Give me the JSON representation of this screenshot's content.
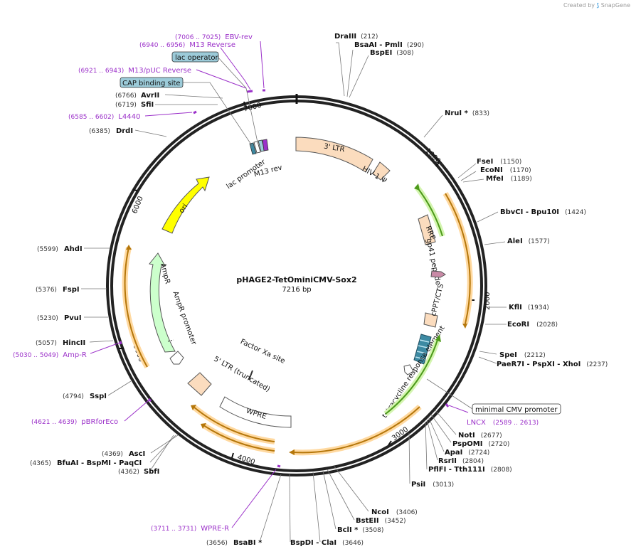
{
  "credit": {
    "prefix": "Created by",
    "brand": "SnapGene"
  },
  "plasmid": {
    "name": "pHAGE2-TetOminiCMV-Sox2",
    "size_label": "7216 bp",
    "length": 7216
  },
  "ticks": [
    "1000",
    "2000",
    "3000",
    "4000",
    "5000",
    "6000",
    "7000"
  ],
  "sites": [
    {
      "name": "DraIII",
      "pos": "(212)"
    },
    {
      "name": "BsaAI",
      "sep": " - ",
      "name2": "PmlI",
      "pos": "(290)"
    },
    {
      "name": "BspEI",
      "pos": "(308)"
    },
    {
      "name": "NruI *",
      "pos": "(833)"
    },
    {
      "name": "FseI",
      "pos": "(1150)"
    },
    {
      "name": "EcoNI",
      "pos": "(1170)"
    },
    {
      "name": "MfeI",
      "pos": "(1189)"
    },
    {
      "name": "BbvCI",
      "sep": " - ",
      "name2": "Bpu10I",
      "pos": "(1424)"
    },
    {
      "name": "AleI",
      "pos": "(1577)"
    },
    {
      "name": "KflI",
      "pos": "(1934)"
    },
    {
      "name": "EcoRI",
      "pos": "(2028)"
    },
    {
      "name": "SpeI",
      "pos": "(2212)"
    },
    {
      "name": "PaeR7I",
      "sep": " - ",
      "name2": "PspXI",
      "sep2": " - ",
      "name3": "XhoI",
      "pos": "(2237)"
    },
    {
      "name": "NotI",
      "pos": "(2677)"
    },
    {
      "name": "PspOMI",
      "pos": "(2720)"
    },
    {
      "name": "ApaI",
      "pos": "(2724)"
    },
    {
      "name": "RsrII",
      "pos": "(2804)"
    },
    {
      "name": "PflFI",
      "sep": " - ",
      "name2": "Tth111I",
      "pos": "(2808)"
    },
    {
      "name": "PsiI",
      "pos": "(3013)"
    },
    {
      "name": "NcoI",
      "pos": "(3406)"
    },
    {
      "name": "BstEII",
      "pos": "(3452)"
    },
    {
      "name": "BclI *",
      "pos": "(3508)"
    },
    {
      "name": "BspDI",
      "sep": " - ",
      "name2": "ClaI",
      "pos": "(3646)"
    },
    {
      "name": "BsaBI *",
      "pos": "(3656)"
    },
    {
      "name": "AscI",
      "pos": "(4369)"
    },
    {
      "name": "BfuAI",
      "sep": " - ",
      "name2": "BspMI",
      "sep2": " - ",
      "name3": "PaqCI",
      "pos": "(4365)"
    },
    {
      "name": "SbfI",
      "pos": "(4362)"
    },
    {
      "name": "SspI",
      "pos": "(4794)"
    },
    {
      "name": "HincII",
      "pos": "(5057)"
    },
    {
      "name": "PvuI",
      "pos": "(5230)"
    },
    {
      "name": "FspI",
      "pos": "(5376)"
    },
    {
      "name": "AhdI",
      "pos": "(5599)"
    },
    {
      "name": "DrdI",
      "pos": "(6385)"
    },
    {
      "name": "SfiI",
      "pos": "(6719)"
    },
    {
      "name": "AvrII",
      "pos": "(6766)"
    }
  ],
  "primers": [
    {
      "name": "EBV-rev",
      "pos": "(7006 .. 7025)"
    },
    {
      "name": "M13 Reverse",
      "pos": "(6940 .. 6956)"
    },
    {
      "name": "M13/pUC Reverse",
      "pos": "(6921 .. 6943)"
    },
    {
      "name": "L4440",
      "pos": "(6585 .. 6602)"
    },
    {
      "name": "LNCX",
      "pos": "(2589 .. 2613)"
    },
    {
      "name": "WPRE-R",
      "pos": "(3711 .. 3731)"
    },
    {
      "name": "pBRforEco",
      "pos": "(4621 .. 4639)"
    },
    {
      "name": "Amp-R",
      "pos": "(5030 .. 5049)"
    }
  ],
  "boxed_features": [
    {
      "name": "lac operator"
    },
    {
      "name": "CAP binding site"
    },
    {
      "name": "minimal CMV promoter"
    }
  ],
  "features": {
    "ltr3": "3' LTR",
    "hiv": "HIV-1 Ψ",
    "rre": "RRE",
    "gp41": "gp41 peptide",
    "cppt": "cPPT/CTS",
    "tre": "tetracycline response element",
    "factor": "Factor Xa site",
    "ltr5": "5' LTR (truncated)",
    "wpre": "WPRE",
    "ampr_prom": "AmpR promoter",
    "ampr": "AmpR",
    "ori": "ori",
    "lacprom": "lac promoter",
    "m13rev": "M13 rev"
  },
  "colors": {
    "backbone": "#222222",
    "primer": "#9b30c9",
    "ltr": "#fbdcbe",
    "ori": "#ffff00",
    "ampr": "#ccffcc",
    "orf_glow": "#ffd9a0",
    "orf_line": "#b5770b",
    "green_glow": "#d4f5b0",
    "green_line": "#4c9a1a",
    "operator": "#9ccbd9",
    "tre": "#3d8aa3",
    "gp41": "#c98aa6"
  }
}
